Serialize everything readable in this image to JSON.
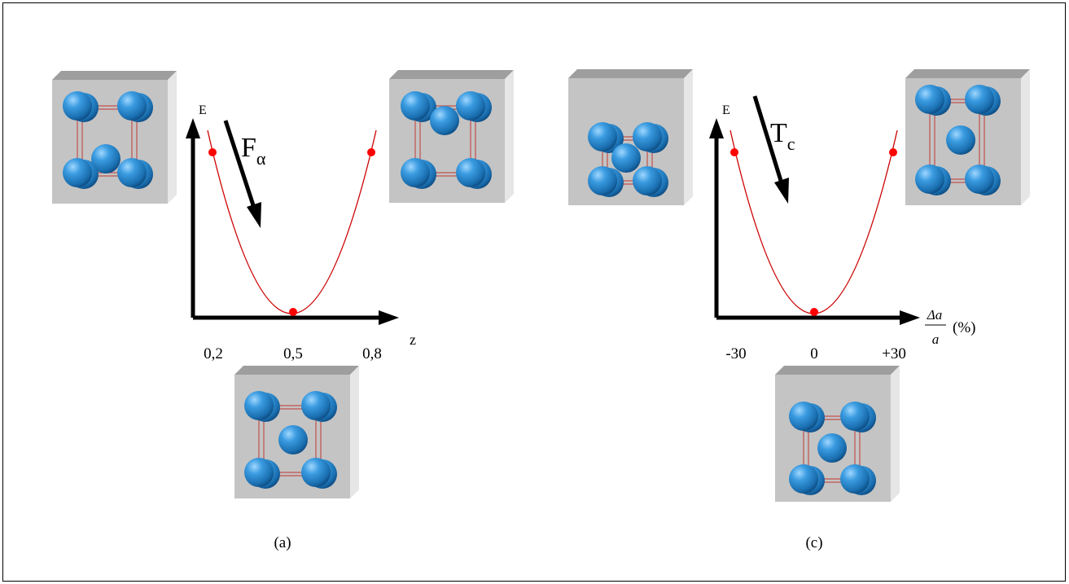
{
  "colors": {
    "energy_curve": "#cc0000",
    "point": "#ff0000",
    "atom": "#1e7fc4",
    "cell_face": "#c7c7c7",
    "bond": "#c0504d",
    "axis": "#000000"
  },
  "panel_a": {
    "caption": "(a)",
    "y_axis_label": "E",
    "x_axis_label": "z",
    "x_ticks": [
      "0,2",
      "0,5",
      "0,8"
    ],
    "arrow_label_main": "F",
    "arrow_label_sub": "α",
    "curve": {
      "type": "parabola",
      "min_x": 0.5,
      "marked_x": [
        0.2,
        0.5,
        0.8
      ]
    },
    "structures": [
      "cell-left-high",
      "cell-right-high",
      "cell-bottom-minimum"
    ]
  },
  "panel_c": {
    "caption": "(c)",
    "y_axis_label": "E",
    "x_axis_label_numerator": "Δa",
    "x_axis_label_denominator": "a",
    "x_axis_label_unit": "(%)",
    "x_ticks": [
      "-30",
      "0",
      "+30"
    ],
    "arrow_label_main": "T",
    "arrow_label_sub": "c",
    "curve": {
      "type": "parabola",
      "min_x": 0,
      "marked_x": [
        -30,
        0,
        30
      ]
    },
    "structures": [
      "cell-left-compressed",
      "cell-right-elongated",
      "cell-bottom-minimum"
    ]
  }
}
